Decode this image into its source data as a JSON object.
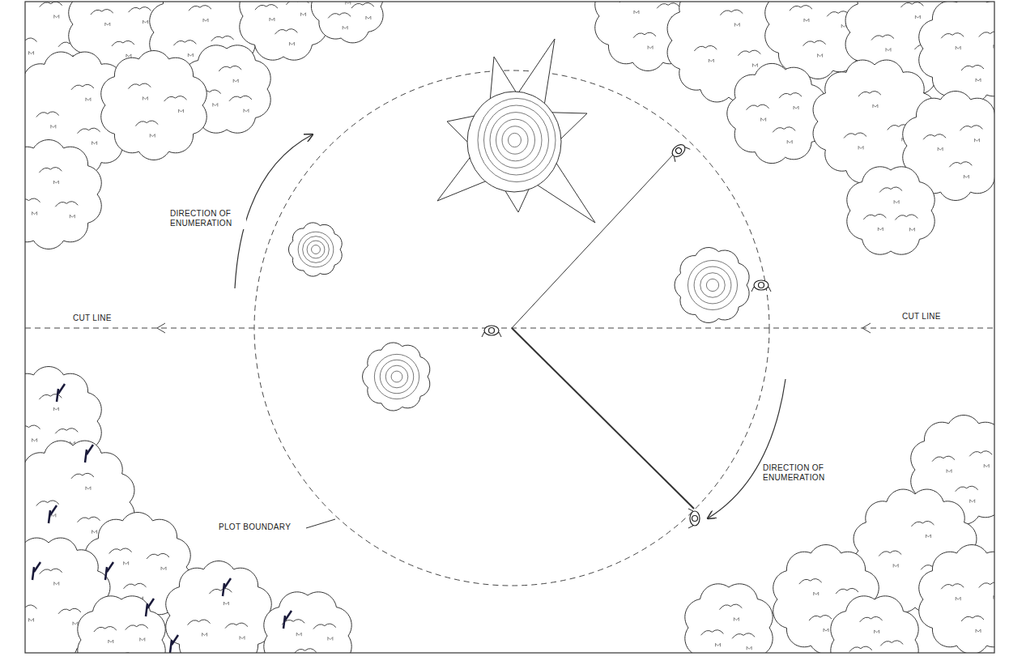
{
  "diagram": {
    "labels": [
      "DIRECTION OF ENUMERATION",
      "CUT LINE",
      "CUT LINE",
      "DIRECTION OF ENUMERATION",
      "PLOT BOUNDARY"
    ]
  }
}
